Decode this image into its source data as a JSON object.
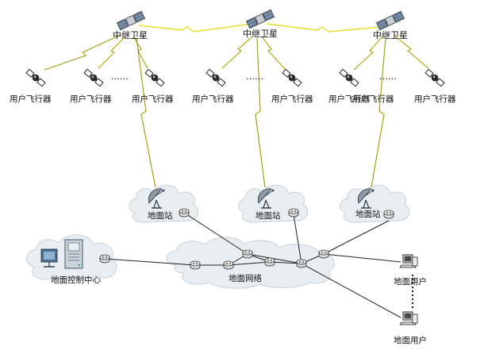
{
  "satellites": [
    {
      "label": "中继卫星"
    },
    {
      "label": "中继卫星"
    },
    {
      "label": "中继卫星"
    }
  ],
  "aircraft": [
    {
      "label": "用户飞行器"
    },
    {
      "label": "用户飞行器"
    },
    {
      "label": "用户飞行器"
    },
    {
      "label": "用户飞行器"
    },
    {
      "label": "用户飞行器"
    },
    {
      "label": "用户飞行器"
    },
    {
      "label": "用户飞行器"
    },
    {
      "label": "用户飞行器"
    }
  ],
  "ellipsis": "……",
  "ground_stations": [
    {
      "label": "地面站"
    },
    {
      "label": "地面站"
    },
    {
      "label": "地面站"
    }
  ],
  "ground_network": {
    "label": "地面网络"
  },
  "control_center": {
    "label": "地面控制中心"
  },
  "ground_users": [
    {
      "label": "地面用户"
    },
    {
      "label": "地面用户"
    }
  ],
  "colors": {
    "link_wireless": "#e6df2a",
    "cloud_fill": "#e8eef2",
    "wire": "#222222"
  }
}
